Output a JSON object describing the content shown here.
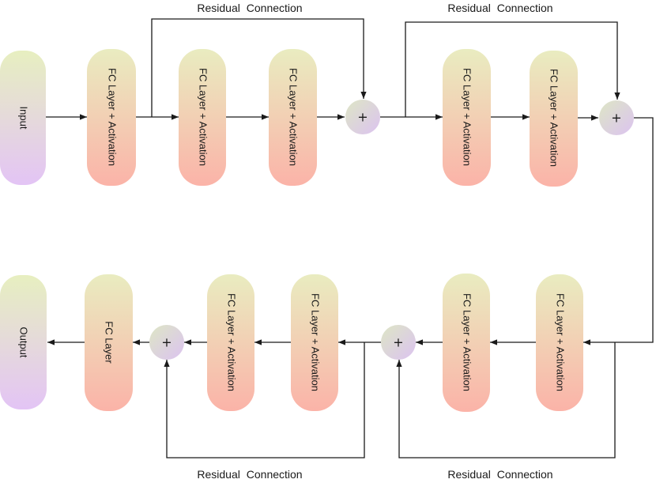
{
  "colors": {
    "block_top": "#e9ecc0",
    "block_bottom": "#fbb3a8",
    "io_top": "#e7efc0",
    "io_bottom": "#e3c4f5",
    "plus_a": "#dde6c5",
    "plus_b": "#dcc3f0",
    "line": "#1a1a1a"
  },
  "labels": {
    "input": "Input",
    "output": "Output",
    "fc_act": "FC Layer + Activation",
    "fc": "FC Layer",
    "plus": "+",
    "residual": "Residual  Connection"
  }
}
